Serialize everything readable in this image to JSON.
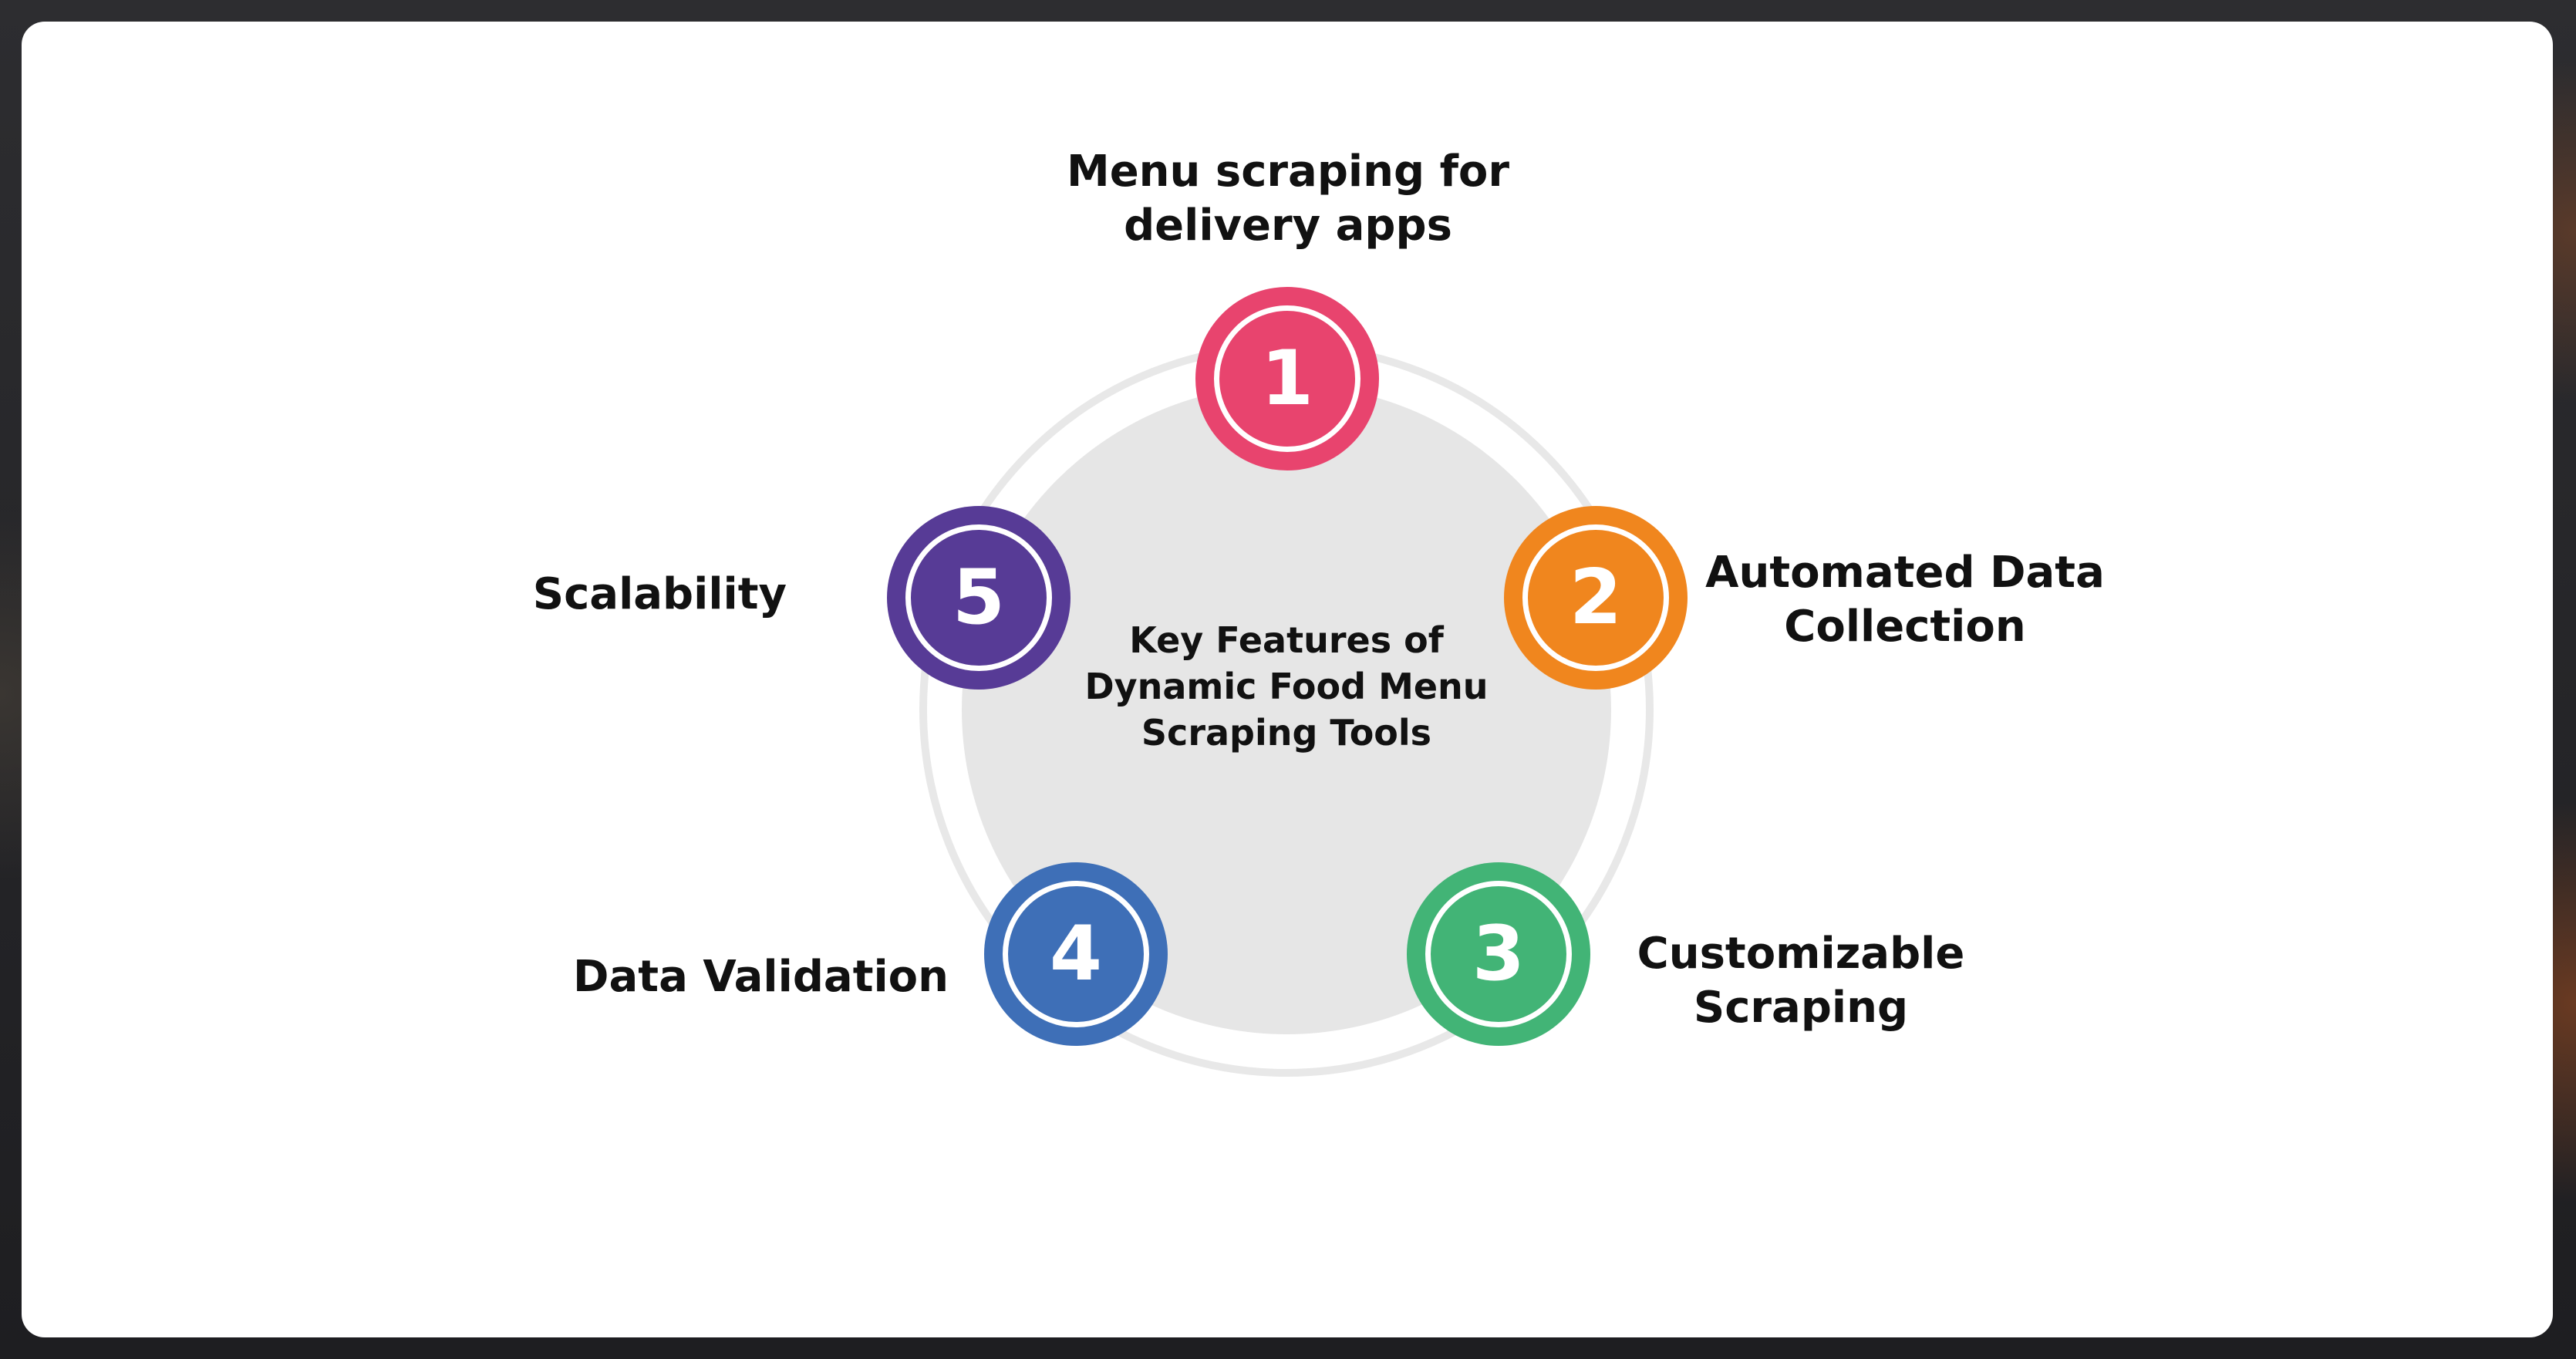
{
  "diagram": {
    "center_title": "Key Features of Dynamic Food Menu Scraping Tools",
    "nodes": [
      {
        "number": "1",
        "label": "Menu scraping for delivery apps",
        "color": "#E8446E"
      },
      {
        "number": "2",
        "label": "Automated Data Collection",
        "color": "#F0861E"
      },
      {
        "number": "3",
        "label": "Customizable Scraping",
        "color": "#42B476"
      },
      {
        "number": "4",
        "label": "Data Validation",
        "color": "#3E6FB7"
      },
      {
        "number": "5",
        "label": "Scalability",
        "color": "#573B96"
      }
    ]
  },
  "colors": {
    "card": "#FFFFFF",
    "hub_fill": "#E6E6E6",
    "hub_ring": "#E8E8E8",
    "text": "#111111"
  }
}
